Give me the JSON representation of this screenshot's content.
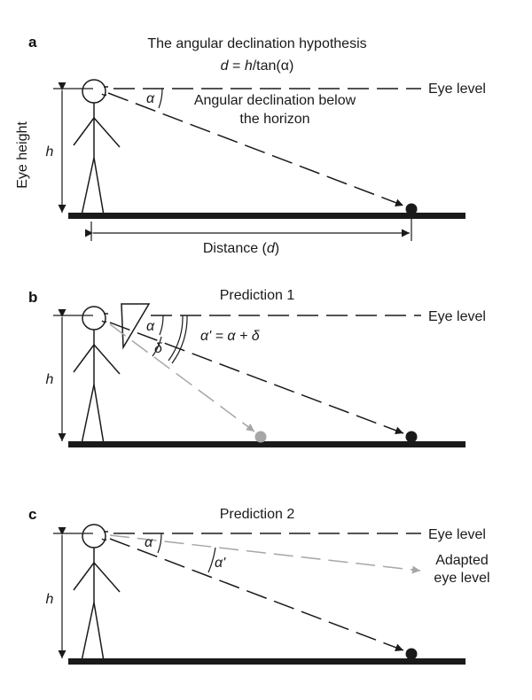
{
  "panel_a": {
    "letter": "a",
    "title": "The angular declination hypothesis",
    "formula_d": "d",
    "formula_eq": " = ",
    "formula_h": "h",
    "formula_rest": "/tan(α)",
    "eye_level": "Eye level",
    "alpha": "α",
    "angle_desc_1": "Angular declination below",
    "angle_desc_2": "the horizon",
    "eye_height": "Eye height",
    "h": "h",
    "distance": "Distance (",
    "distance_d": "d",
    "distance_close": ")"
  },
  "panel_b": {
    "letter": "b",
    "title": "Prediction 1",
    "eye_level": "Eye level",
    "alpha": "α",
    "delta": "δ",
    "alpha_prime_eq": "α' = α + δ",
    "h": "h"
  },
  "panel_c": {
    "letter": "c",
    "title": "Prediction 2",
    "eye_level": "Eye level",
    "alpha": "α",
    "alpha_prime": "α'",
    "adapted_1": "Adapted",
    "adapted_2": "eye level",
    "h": "h"
  },
  "colors": {
    "ink": "#1a1a1a",
    "gray": "#a6a6a6"
  }
}
